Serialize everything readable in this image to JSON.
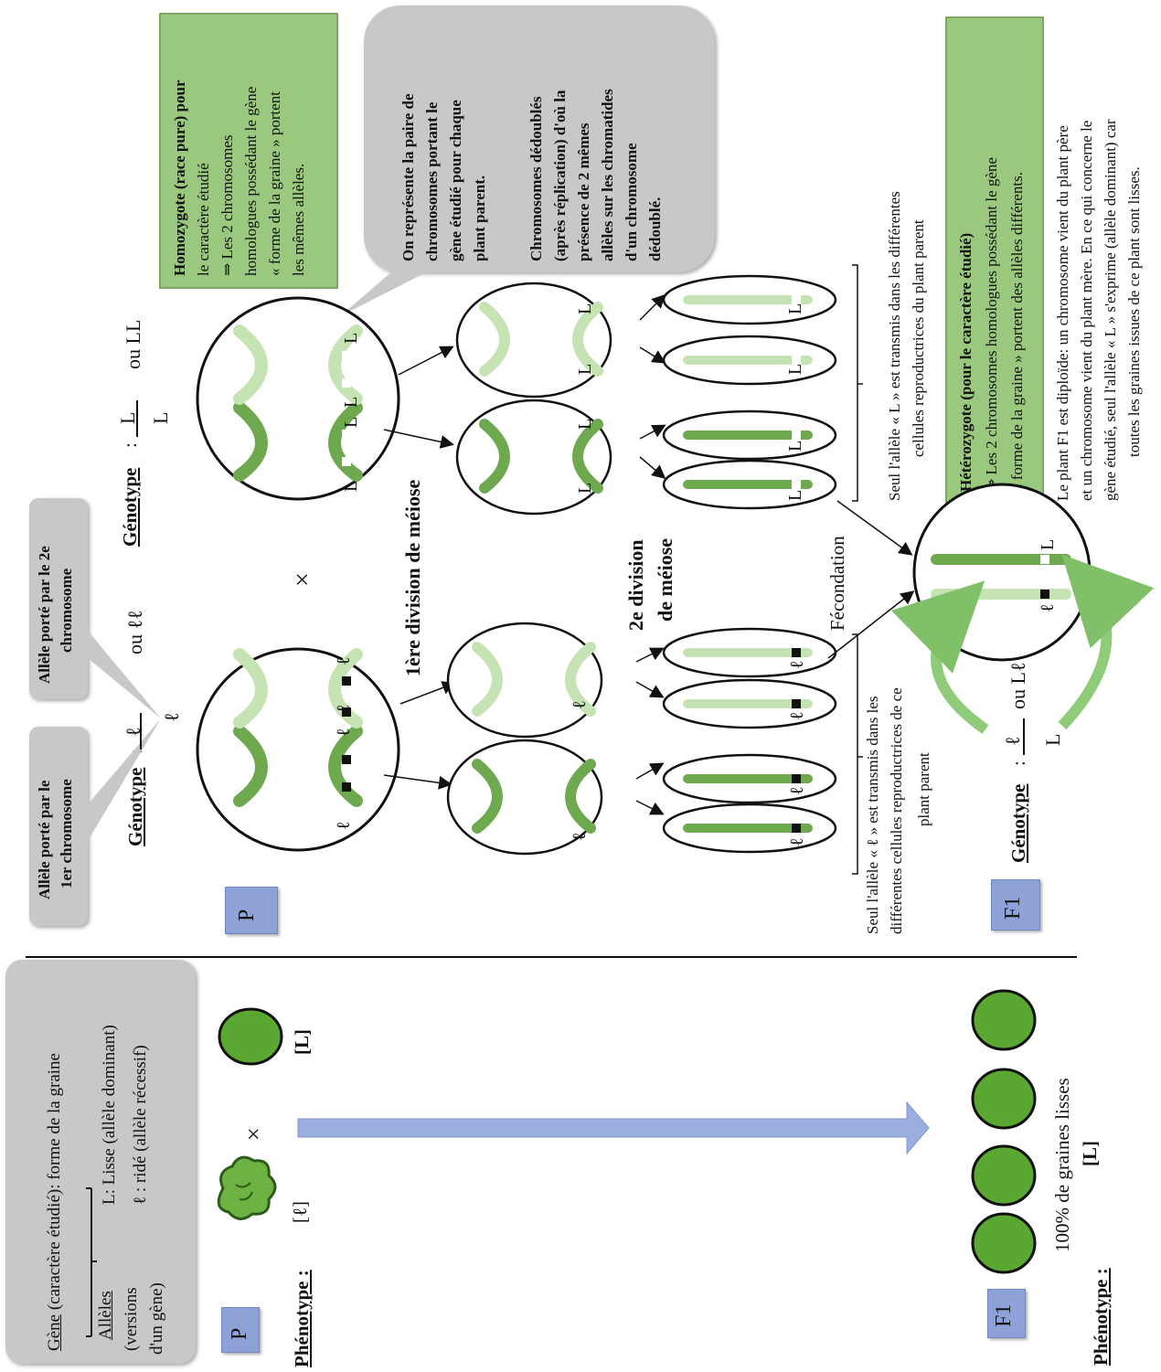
{
  "left": {
    "definitions": {
      "gene_label": "Gène",
      "gene_text": "(caractère étudié): forme de la graine",
      "alleles_label": "Allèles",
      "alleles_sub1": "(versions",
      "alleles_sub2": "d'un gène)",
      "allele_L": "L: Lisse (allèle dominant)",
      "allele_l": "ℓ : ridé (allèle récessif)"
    },
    "p_tag": "P",
    "phenotype_label": "Phénotype :",
    "wrinkled_label": "[ℓ]",
    "cross": "×",
    "smooth_label": "[L]",
    "f1_tag": "F1",
    "f1_phenotype_label": "Phénotype :",
    "f1_result": "100% de graines lisses",
    "f1_result_label": "[L]"
  },
  "right": {
    "callout_first": [
      "Allèle porté par le",
      "1er chromosome"
    ],
    "callout_second": [
      "Allèle porté par le 2e",
      "chromosome"
    ],
    "p_tag": "P",
    "genotype_left": {
      "label": "Génotype",
      "fraction_top": "ℓ",
      "fraction_bottom": "ℓ",
      "alt": "ou ℓℓ"
    },
    "genotype_right": {
      "label": "Génotype",
      "fraction_top": "L",
      "fraction_bottom": "L",
      "alt": "ou LL"
    },
    "cross": "×",
    "first_division": "1ère division de méiose",
    "second_division": [
      "2e division",
      "de méiose"
    ],
    "fecondation": "Fécondation",
    "speech": [
      "On représente la paire de",
      "chromosomes portant le",
      "gène étudié pour chaque",
      "plant parent.",
      "",
      "Chromosomes dédoublés",
      "(après réplication) d'où la",
      "présence de 2 mêmes",
      "allèles sur les chromatides",
      "d'un chromosome",
      "dédoublé."
    ],
    "homozygote": [
      "Homozygote (race pure) pour",
      "le caractère étudié",
      "⇒ Les 2 chromosomes",
      "homologues possédant le gène",
      "« forme de la graine » portent",
      "les mêmes allèles."
    ],
    "transmit_L": [
      "Seul l'allèle « L » est transmis dans les différentes",
      "cellules reproductrices du plant parent"
    ],
    "transmit_l": [
      "Seul l'allèle « ℓ » est transmis dans les",
      "différentes cellules reproductrices de ce",
      "plant parent"
    ],
    "heterozygote": [
      "Hétérozygote (pour le caractère étudié)",
      "⇒ Les 2 chromosomes homologues possédant le gène",
      "« forme de la graine » portent des allèles différents."
    ],
    "f1_text": [
      "Le plant F1 est diploïde: un chromosome vient du plant père",
      "et un chromosome vient du plant mère. En ce qui concerne le",
      "gène étudié, seul l'allèle « L » s'exprime (allèle dominant) car",
      "toutes les graines issues de ce plant sont lisses."
    ],
    "f1_tag": "F1",
    "genotype_f1": {
      "label": "Génotype",
      "fraction_top": "ℓ",
      "fraction_bottom": "L",
      "alt": "ou Lℓ"
    },
    "allele_L": "L",
    "allele_l": "ℓ"
  },
  "colors": {
    "dark_green": "#6fa94f",
    "light_green": "#c6e3b3",
    "seed_green": "#5aa832",
    "arrow_blue": "#9aaee0",
    "gray_box": "#c8c8c8",
    "tag_blue": "#8ea2d8"
  }
}
